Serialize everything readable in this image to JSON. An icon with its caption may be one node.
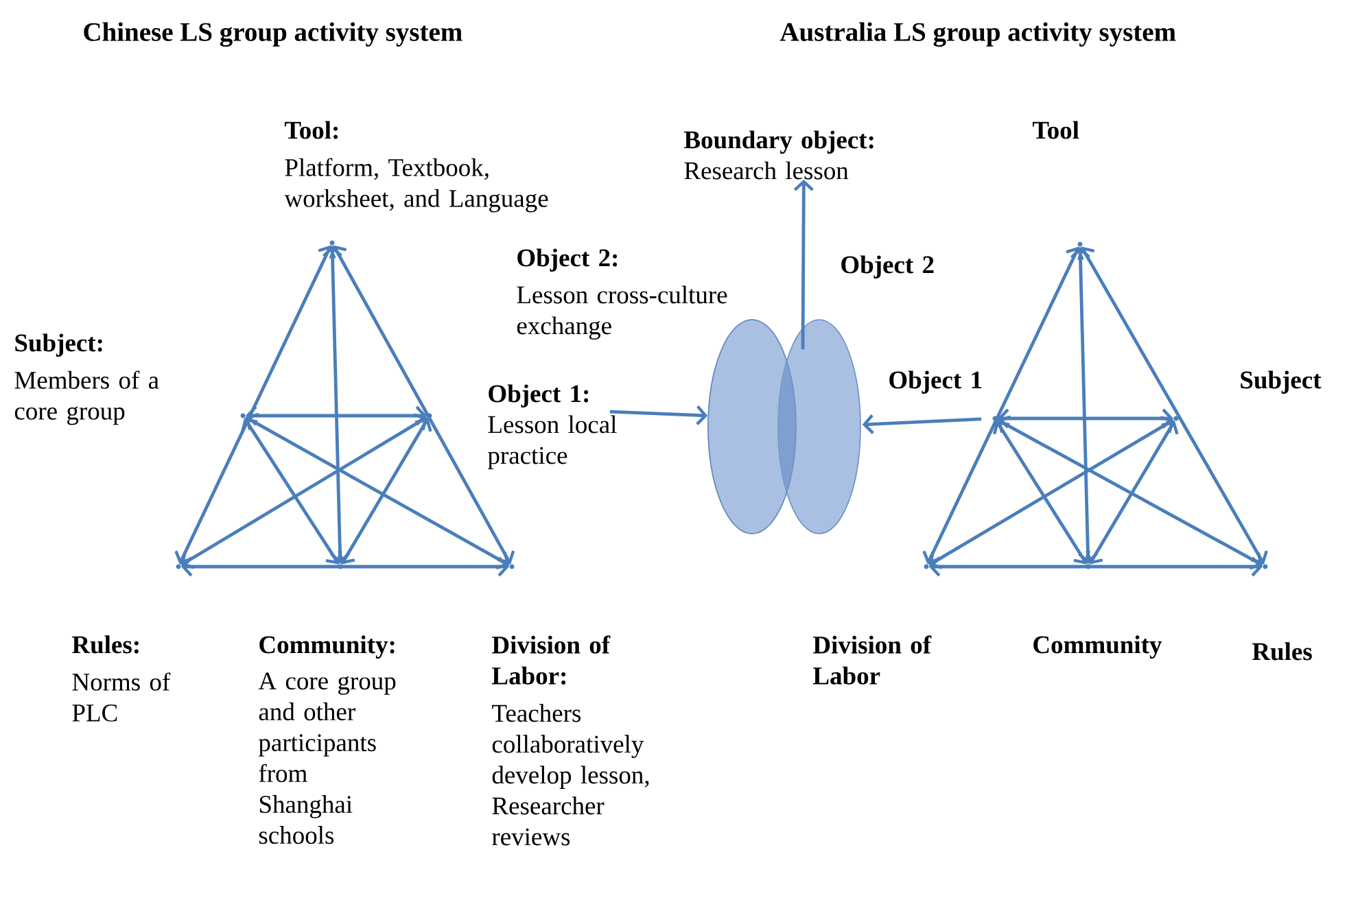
{
  "diagram": {
    "labels": [
      "Chinese LS group activity system",
      "Australia LS group activity system",
      "Tool"
    ],
    "nodes": [
      {
        "text": [],
        "shape": "point",
        "beside": [
          "Tool:",
          "Platform, Textbook, worksheet, and Language"
        ]
      },
      {
        "text": [],
        "shape": "point",
        "beside": [
          "Subject:",
          "Members of a core group"
        ]
      },
      {
        "text": [],
        "shape": "point"
      },
      {
        "text": [],
        "shape": "point",
        "beside": [
          "Rules:",
          "Norms of PLC"
        ]
      },
      {
        "text": [],
        "shape": "point",
        "beside": [
          "Community:",
          "A core group and other participants from Shanghai schools"
        ]
      },
      {
        "text": [],
        "shape": "point",
        "beside": [
          "Division of Labor:",
          "Teachers collaboratively develop lesson, Researcher reviews"
        ]
      },
      {
        "text": [
          "Object 1:",
          "Lesson local practice"
        ]
      },
      {
        "text": [],
        "shape": "ellipse",
        "beside": [
          "Object 2:",
          "Lesson cross-culture exchange"
        ]
      },
      {
        "text": [],
        "shape": "ellipse",
        "beside": [
          "Object 2"
        ]
      },
      {
        "text": [
          "Boundary object:",
          "Research lesson"
        ]
      },
      {
        "text": [],
        "shape": "point"
      },
      {
        "text": [],
        "shape": "point",
        "beside": [
          "Object 1"
        ]
      },
      {
        "text": [],
        "shape": "point",
        "beside": [
          "Subject"
        ]
      },
      {
        "text": [],
        "shape": "point",
        "beside": [
          "Division of Labor"
        ]
      },
      {
        "text": [],
        "shape": "point",
        "beside": [
          "Community"
        ]
      },
      {
        "text": [],
        "shape": "point",
        "beside": [
          "Rules"
        ]
      }
    ],
    "edges": [
      {
        "from": 0,
        "to": 3,
        "arrow": "both"
      },
      {
        "from": 0,
        "to": 5,
        "arrow": "both"
      },
      {
        "from": 3,
        "to": 5,
        "arrow": "both"
      },
      {
        "from": 0,
        "to": 4,
        "arrow": "both"
      },
      {
        "from": 1,
        "to": 2,
        "arrow": "both"
      },
      {
        "from": 1,
        "to": 4,
        "arrow": "both"
      },
      {
        "from": 1,
        "to": 5,
        "arrow": "both"
      },
      {
        "from": 2,
        "to": 3,
        "arrow": "both"
      },
      {
        "from": 2,
        "to": 4,
        "arrow": "both"
      },
      {
        "from": 6,
        "to": 7,
        "arrow": "to"
      },
      {
        "from": 8,
        "to": 9,
        "arrow": "to"
      },
      {
        "from": 11,
        "to": 8,
        "arrow": "to"
      },
      {
        "from": 10,
        "to": 13,
        "arrow": "both"
      },
      {
        "from": 10,
        "to": 15,
        "arrow": "both"
      },
      {
        "from": 13,
        "to": 15,
        "arrow": "both"
      },
      {
        "from": 10,
        "to": 14,
        "arrow": "both"
      },
      {
        "from": 11,
        "to": 12,
        "arrow": "both"
      },
      {
        "from": 11,
        "to": 14,
        "arrow": "both"
      },
      {
        "from": 11,
        "to": 15,
        "arrow": "both"
      },
      {
        "from": 12,
        "to": 13,
        "arrow": "both"
      },
      {
        "from": 12,
        "to": 14,
        "arrow": "both"
      }
    ]
  }
}
